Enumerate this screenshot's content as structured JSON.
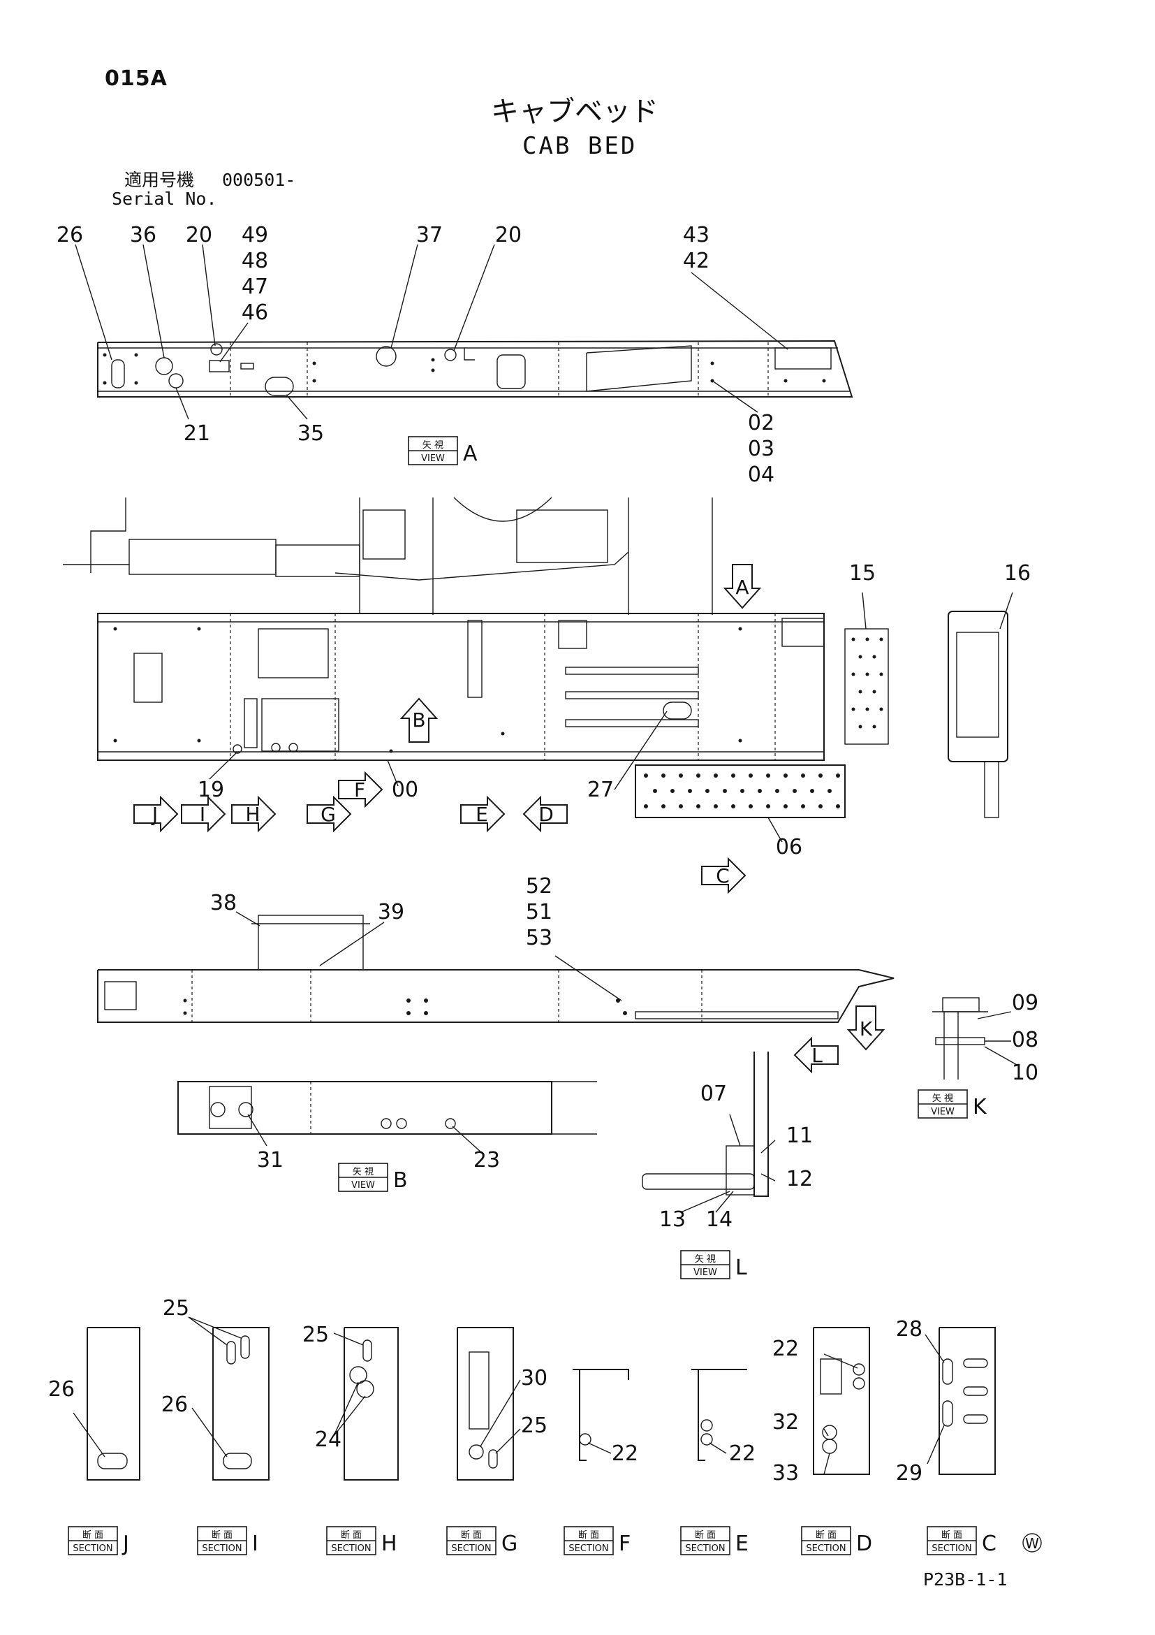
{
  "header": {
    "code": "015A",
    "title_jp": "キャブベッド",
    "title_en": "CAB BED",
    "serial_label_jp": "適用号機",
    "serial_value": "000501-",
    "serial_label_en": "Serial No.",
    "page_ref": "P23B-1-1",
    "mark": "W"
  },
  "part_callouts": [
    "00",
    "02",
    "03",
    "04",
    "06",
    "07",
    "08",
    "09",
    "10",
    "11",
    "12",
    "13",
    "14",
    "15",
    "16",
    "19",
    "20",
    "21",
    "22",
    "23",
    "24",
    "25",
    "26",
    "27",
    "28",
    "29",
    "30",
    "31",
    "32",
    "33",
    "35",
    "36",
    "37",
    "38",
    "39",
    "42",
    "43",
    "46",
    "47",
    "48",
    "49",
    "51",
    "52",
    "53"
  ],
  "view_boxes": [
    {
      "top": "矢 視",
      "bottom": "VIEW",
      "letter": "A"
    },
    {
      "top": "矢 視",
      "bottom": "VIEW",
      "letter": "B"
    },
    {
      "top": "矢 視",
      "bottom": "VIEW",
      "letter": "K"
    },
    {
      "top": "矢 視",
      "bottom": "VIEW",
      "letter": "L"
    }
  ],
  "section_boxes": [
    {
      "top": "断 面",
      "bottom": "SECTION",
      "letter": "J"
    },
    {
      "top": "断 面",
      "bottom": "SECTION",
      "letter": "I"
    },
    {
      "top": "断 面",
      "bottom": "SECTION",
      "letter": "H"
    },
    {
      "top": "断 面",
      "bottom": "SECTION",
      "letter": "G"
    },
    {
      "top": "断 面",
      "bottom": "SECTION",
      "letter": "F"
    },
    {
      "top": "断 面",
      "bottom": "SECTION",
      "letter": "E"
    },
    {
      "top": "断 面",
      "bottom": "SECTION",
      "letter": "D"
    },
    {
      "top": "断 面",
      "bottom": "SECTION",
      "letter": "C"
    }
  ],
  "arrow_markers": [
    "A",
    "B",
    "C",
    "D",
    "E",
    "F",
    "G",
    "H",
    "I",
    "J",
    "K",
    "L"
  ]
}
